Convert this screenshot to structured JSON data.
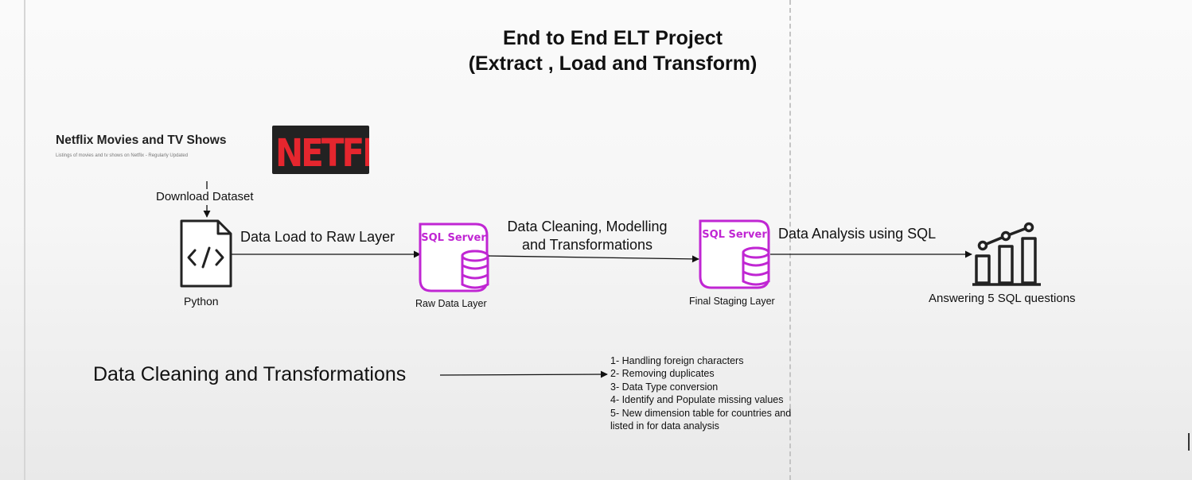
{
  "title": {
    "line1": "End to End ELT Project",
    "line2": "(Extract , Load and Transform)"
  },
  "source": {
    "title": "Netflix Movies and TV Shows",
    "subtitle": "Listings of movies and tv shows on Netflix - Regularly Updated",
    "logo_text": "NETFLIX",
    "download_label": "Download Dataset"
  },
  "nodes": {
    "python": "Python",
    "raw": "Raw Data Layer",
    "staging": "Final Staging Layer",
    "analysis": "Answering 5 SQL questions",
    "sql_server_tag": "SQL Server"
  },
  "edges": {
    "load": "Data Load to Raw Layer",
    "clean_line1": "Data Cleaning, Modelling",
    "clean_line2": "and Transformations",
    "analyze": "Data Analysis using SQL"
  },
  "transformations": {
    "heading": "Data Cleaning and Transformations",
    "steps": [
      "1- Handling foreign characters",
      "2- Removing duplicates",
      "3- Data Type conversion",
      "4- Identify and Populate missing values",
      "5- New dimension table for countries and",
      "listed in for data analysis"
    ]
  },
  "colors": {
    "sql_accent": "#c026d3",
    "netflix_red": "#e5262e"
  }
}
